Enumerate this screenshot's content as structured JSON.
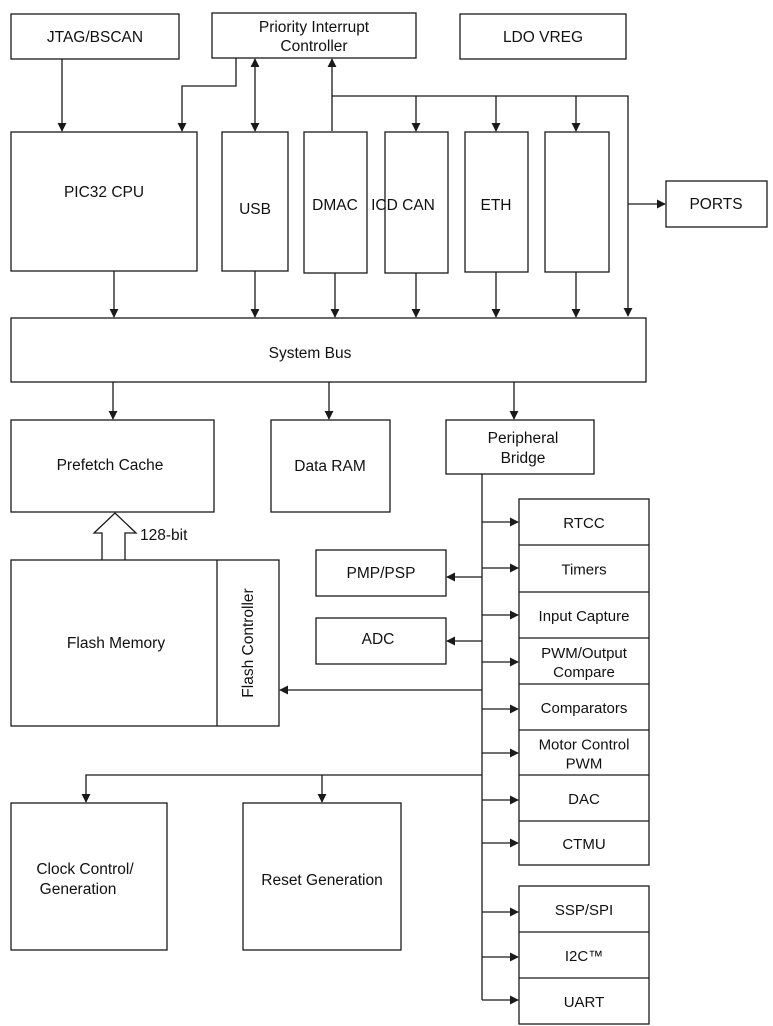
{
  "blocks": {
    "jtag": "JTAG/BSCAN",
    "pic_line1": "Priority Interrupt",
    "pic_line2": "Controller",
    "ldo": "LDO VREG",
    "cpu": "PIC32 CPU",
    "usb": "USB",
    "dmac": "DMAC",
    "can": "ICD CAN",
    "eth": "ETH",
    "ports": "PORTS",
    "system_bus": "System Bus",
    "prefetch": "Prefetch Cache",
    "data_ram": "Data RAM",
    "bridge_line1": "Peripheral",
    "bridge_line2": "Bridge",
    "bus_width": "128-bit",
    "flash_memory": "Flash Memory",
    "flash_controller": "Flash Controller",
    "pmp": "PMP/PSP",
    "adc": "ADC",
    "clock_line1": "Clock Control/",
    "clock_line2": "Generation",
    "reset": "Reset Generation"
  },
  "peripherals": [
    {
      "line1": "RTCC",
      "line2": ""
    },
    {
      "line1": "Timers",
      "line2": ""
    },
    {
      "line1": "Input Capture",
      "line2": ""
    },
    {
      "line1": "PWM/Output",
      "line2": "Compare"
    },
    {
      "line1": "Comparators",
      "line2": ""
    },
    {
      "line1": "Motor Control",
      "line2": "PWM"
    },
    {
      "line1": "DAC",
      "line2": ""
    },
    {
      "line1": "CTMU",
      "line2": ""
    }
  ],
  "comm_peripherals": [
    {
      "line1": "SSP/SPI",
      "line2": ""
    },
    {
      "line1": "I2C™",
      "line2": ""
    },
    {
      "line1": "UART",
      "line2": ""
    }
  ]
}
